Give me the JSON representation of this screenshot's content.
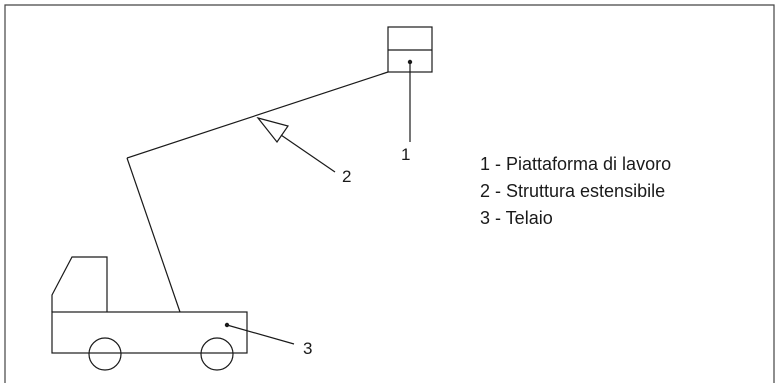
{
  "diagram": {
    "callouts": {
      "platform": "1",
      "boom": "2",
      "chassis": "3"
    },
    "legend": [
      "1 - Piattaforma di lavoro",
      "2 - Struttura estensibile",
      "3 - Telaio"
    ]
  }
}
